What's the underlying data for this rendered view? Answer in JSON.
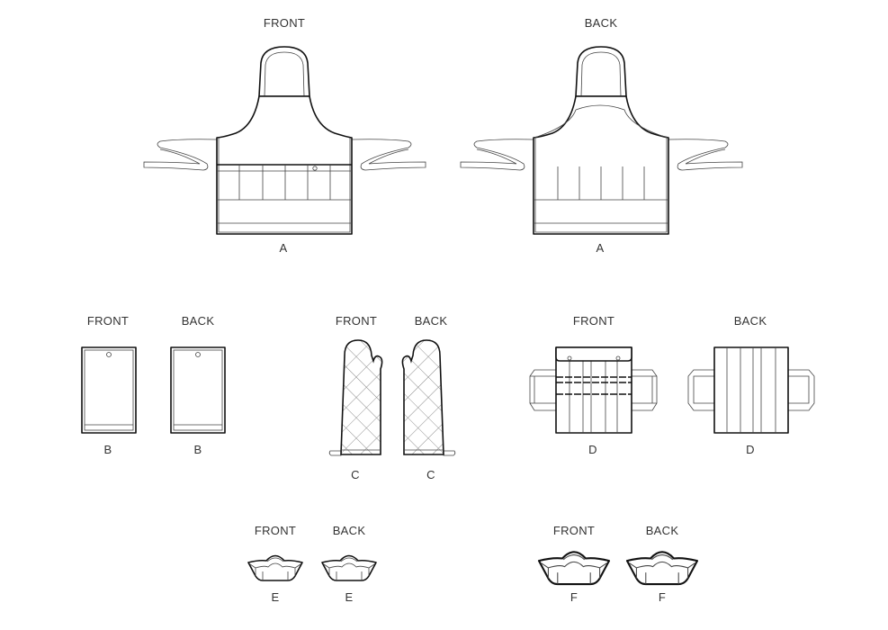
{
  "views": {
    "apron": {
      "front_label": "FRONT",
      "back_label": "BACK",
      "front_letter": "A",
      "back_letter": "A"
    },
    "towel": {
      "front_label": "FRONT",
      "back_label": "BACK",
      "front_letter": "B",
      "back_letter": "B"
    },
    "mitt": {
      "front_label": "FRONT",
      "back_label": "BACK",
      "front_letter": "C",
      "back_letter": "C"
    },
    "caddy": {
      "front_label": "FRONT",
      "back_label": "BACK",
      "front_letter": "D",
      "back_letter": "D"
    },
    "small_bowl": {
      "front_label": "FRONT",
      "back_label": "BACK",
      "front_letter": "E",
      "back_letter": "E"
    },
    "large_bowl": {
      "front_label": "FRONT",
      "back_label": "BACK",
      "front_letter": "F",
      "back_letter": "F"
    }
  },
  "colors": {
    "line": "#111111",
    "background": "#ffffff"
  }
}
